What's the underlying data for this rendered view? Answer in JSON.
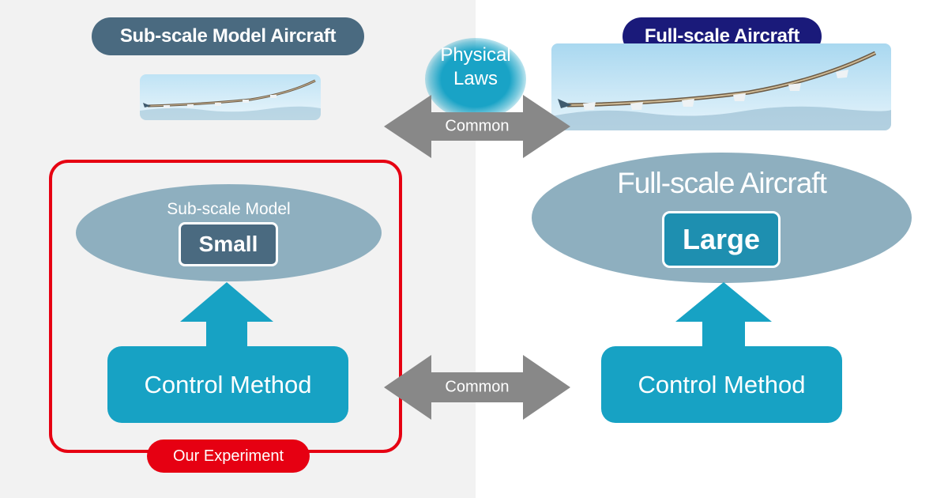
{
  "left_header": "Sub-scale Model Aircraft",
  "right_header": "Full-scale Aircraft",
  "center_label": "Physical\nLaws",
  "top_arrow_label": "Common",
  "bottom_arrow_label": "Common",
  "left": {
    "ellipse_title": "Sub-scale Model",
    "size_badge": "Small",
    "control": "Control Method",
    "experiment_label": "Our Experiment"
  },
  "right": {
    "ellipse_title": "Full-scale Aircraft",
    "size_badge": "Large",
    "control": "Control Method"
  },
  "colors": {
    "left_header_bg": "#4a6a80",
    "right_header_bg": "#1a1a7a",
    "accent_teal": "#17a2c4",
    "ellipse_gray_blue": "#8eafbf",
    "experiment_red": "#e60012",
    "arrow_gray": "#888888"
  }
}
